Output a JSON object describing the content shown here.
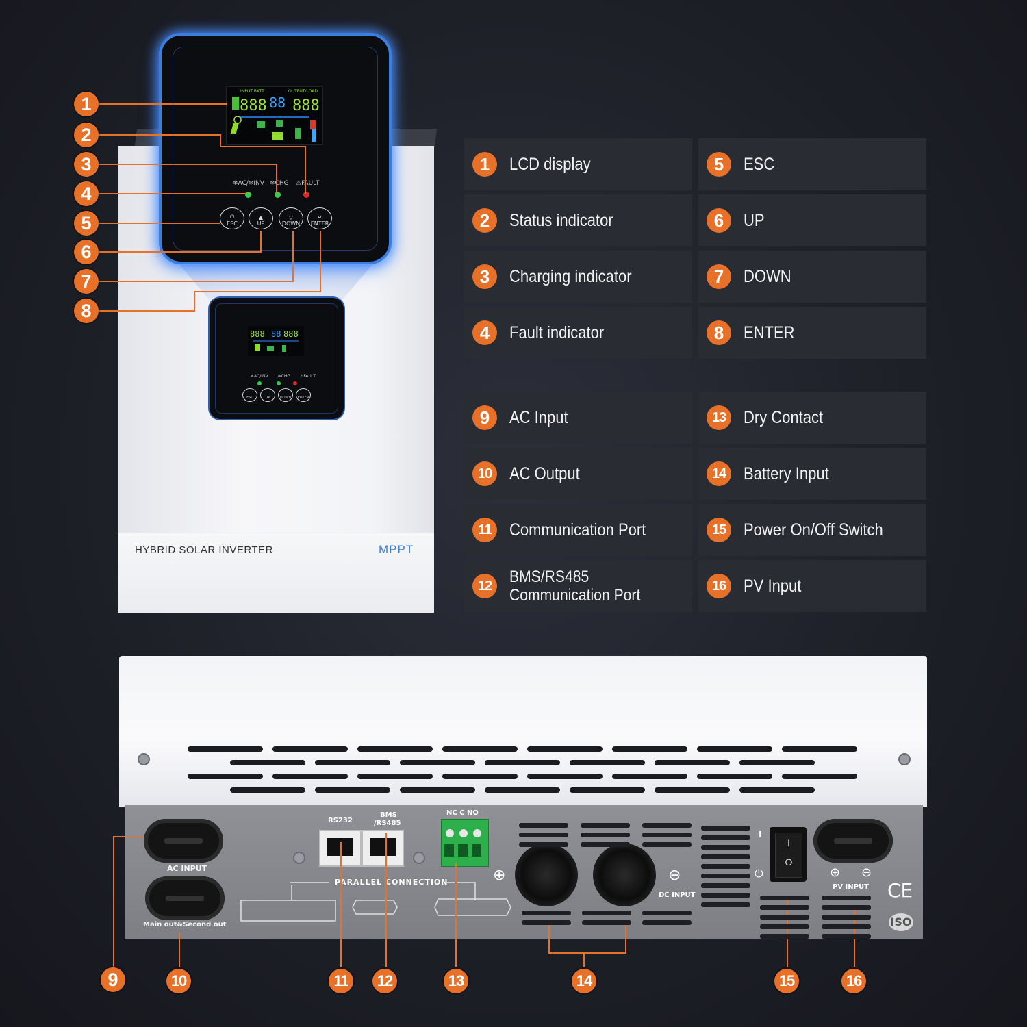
{
  "front": {
    "brand": "HYBRID  SOLAR INVERTER",
    "mppt": "MPPT",
    "indicators": {
      "ac_inv": "AC/INV",
      "chg": "CHG",
      "fault": "FAULT"
    },
    "buttons": {
      "esc": "ESC",
      "up": "UP",
      "down": "DOWN",
      "enter": "ENTER"
    }
  },
  "callouts_front": [
    "1",
    "2",
    "3",
    "4",
    "5",
    "6",
    "7",
    "8"
  ],
  "callouts_rear": [
    "9",
    "10",
    "11",
    "12",
    "13",
    "14",
    "15",
    "16"
  ],
  "legend_top": [
    {
      "num": "1",
      "label": "LCD display"
    },
    {
      "num": "5",
      "label": "ESC"
    },
    {
      "num": "2",
      "label": "Status indicator"
    },
    {
      "num": "6",
      "label": "UP"
    },
    {
      "num": "3",
      "label": "Charging indicator"
    },
    {
      "num": "7",
      "label": "DOWN"
    },
    {
      "num": "4",
      "label": "Fault indicator"
    },
    {
      "num": "8",
      "label": "ENTER"
    }
  ],
  "legend_bottom": [
    {
      "num": "9",
      "label": "AC Input"
    },
    {
      "num": "13",
      "label": "Dry Contact"
    },
    {
      "num": "10",
      "label": "AC Output"
    },
    {
      "num": "14",
      "label": "Battery Input"
    },
    {
      "num": "11",
      "label": "Communication Port"
    },
    {
      "num": "15",
      "label": "Power On/Off Switch"
    },
    {
      "num": "12",
      "label": "BMS/RS485 Communication Port"
    },
    {
      "num": "16",
      "label": "PV Input"
    }
  ],
  "rear": {
    "rs232": "RS232",
    "bms_line1": "BMS",
    "bms_line2": "/RS485",
    "parallel": "PARALLEL CONNECTION",
    "dry_contact": "NC  C  NO",
    "ac_input": "AC INPUT",
    "main_out": "Main out&Second out",
    "dc_input": "DC INPUT",
    "pv_input": "PV INPUT",
    "ce": "CE",
    "iso": "ISO"
  },
  "colors": {
    "accent": "#e8712a",
    "glow": "#4a90ff"
  }
}
